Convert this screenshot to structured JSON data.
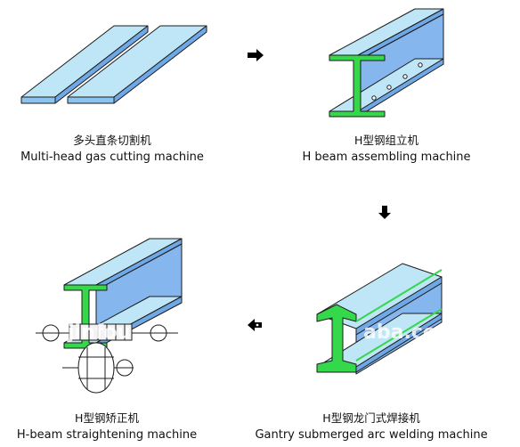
{
  "steps": [
    {
      "zh": "多头直条切割机",
      "en": "Multi-head gas cutting machine"
    },
    {
      "zh": "H型钢组立机",
      "en": "H beam assembling machine"
    },
    {
      "zh": "H型钢矫正机",
      "en": "H-beam straightening machine"
    },
    {
      "zh": "H型钢龙门式焊接机",
      "en": "Gantry submerged arc welding machine"
    }
  ],
  "watermarks": {
    "left": "jinfou",
    "right": "aba.com"
  },
  "colors": {
    "plate_top": "#bfe6f6",
    "plate_side": "#6fa8e6",
    "web_face": "#86b6ee",
    "flange_green": "#35d84a",
    "outline": "#1c1c1c",
    "arrow": "#000000"
  },
  "icons": [
    "right-arrow-icon",
    "down-arrow-icon",
    "left-arrow-icon"
  ]
}
